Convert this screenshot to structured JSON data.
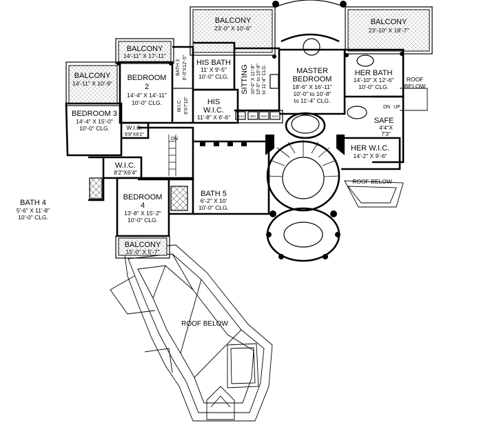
{
  "rooms": [
    {
      "key": "balcony_top_center",
      "name": "BALCONY",
      "dims": "23'-0\" X 10'-6\""
    },
    {
      "key": "balcony_top_right",
      "name": "BALCONY",
      "dims": "23'-10\" X 18'-7\""
    },
    {
      "key": "balcony_bed2",
      "name": "BALCONY",
      "dims": "14'-11\" X 17'-11\""
    },
    {
      "key": "balcony_left",
      "name": "BALCONY",
      "dims": "14'-11\" X 10'-9\""
    },
    {
      "key": "bedroom2",
      "name": "BEDROOM",
      "num": "2",
      "dims": "14'-4\" X 14'-11\"",
      "clg": "10'-0\" CLG."
    },
    {
      "key": "bedroom3",
      "name": "BEDROOM 3",
      "dims": "14'-4\" X 15'-0\"",
      "clg": "10'-0\" CLG."
    },
    {
      "key": "bath3",
      "name": "BATH 3",
      "dims": "6'-0\"X12'-5\""
    },
    {
      "key": "his_bath",
      "name": "HIS BATH",
      "dims": "11' X 9'-5\"",
      "clg": "10'-0\" CLG."
    },
    {
      "key": "his_wic",
      "name": "HIS",
      "name2": "W.I.C.",
      "dims": "11'-8\" X 6'-6\""
    },
    {
      "key": "wic_bed2",
      "name": "W.I.C.",
      "dims": "6'X7'10\""
    },
    {
      "key": "wic_bed3",
      "name": "W.I.C.",
      "dims": "6'8\"X6'2\""
    },
    {
      "key": "sitting",
      "name": "SITTING",
      "dims": "10'-0\" X 11'-8\"",
      "clg1": "10'-0\" to 10'-8\"",
      "clg2": "to 11'-4\" CLG."
    },
    {
      "key": "master",
      "name": "MASTER",
      "name2": "BEDROOM",
      "dims": "18'-6\" X 16'-11\"",
      "clg1": "10'-0\" to 10'-8\"",
      "clg2": "to 11'-4\" CLG."
    },
    {
      "key": "her_bath",
      "name": "HER BATH",
      "dims": "14'-10\" X 12'-6\"",
      "clg": "10'-0\" CLG."
    },
    {
      "key": "safe",
      "name": "SAFE",
      "dims": "4'4\"X",
      "dims2": "7'3\""
    },
    {
      "key": "her_wic",
      "name": "HER W.I.C.",
      "dims": "14'-2\" X 9'-6\""
    },
    {
      "key": "wic_bed4",
      "name": "W.I.C.",
      "dims": "8'2\"X6'4\""
    },
    {
      "key": "bedroom4",
      "name": "BEDROOM",
      "num": "4",
      "dims": "13'-8\" X 15'-2\"",
      "clg": "10'-0\" CLG."
    },
    {
      "key": "bath4",
      "name": "BATH 4",
      "dims": "5'-6\" X 11'-8\"",
      "clg": "10'-0\" CLG."
    },
    {
      "key": "bath5",
      "name": "BATH 5",
      "dims": "6'-2\" X 10'",
      "clg": "10'-0\" CLG."
    },
    {
      "key": "balcony_bottom",
      "name": "BALCONY",
      "dims": "15'-0\" X 5'-7\""
    }
  ],
  "roof_labels": {
    "roof_below_right_1": "ROOF",
    "roof_below_right_2": "BELOW",
    "roof_below_center": "ROOF BELOW",
    "roof_below_main": "ROOF BELOW"
  },
  "stair_labels": {
    "dn_main": "DN",
    "dn_safe": "DN",
    "up_safe": "UP"
  },
  "appliance_labels": [
    "AHU",
    "WH",
    "AHU",
    "AHU"
  ]
}
